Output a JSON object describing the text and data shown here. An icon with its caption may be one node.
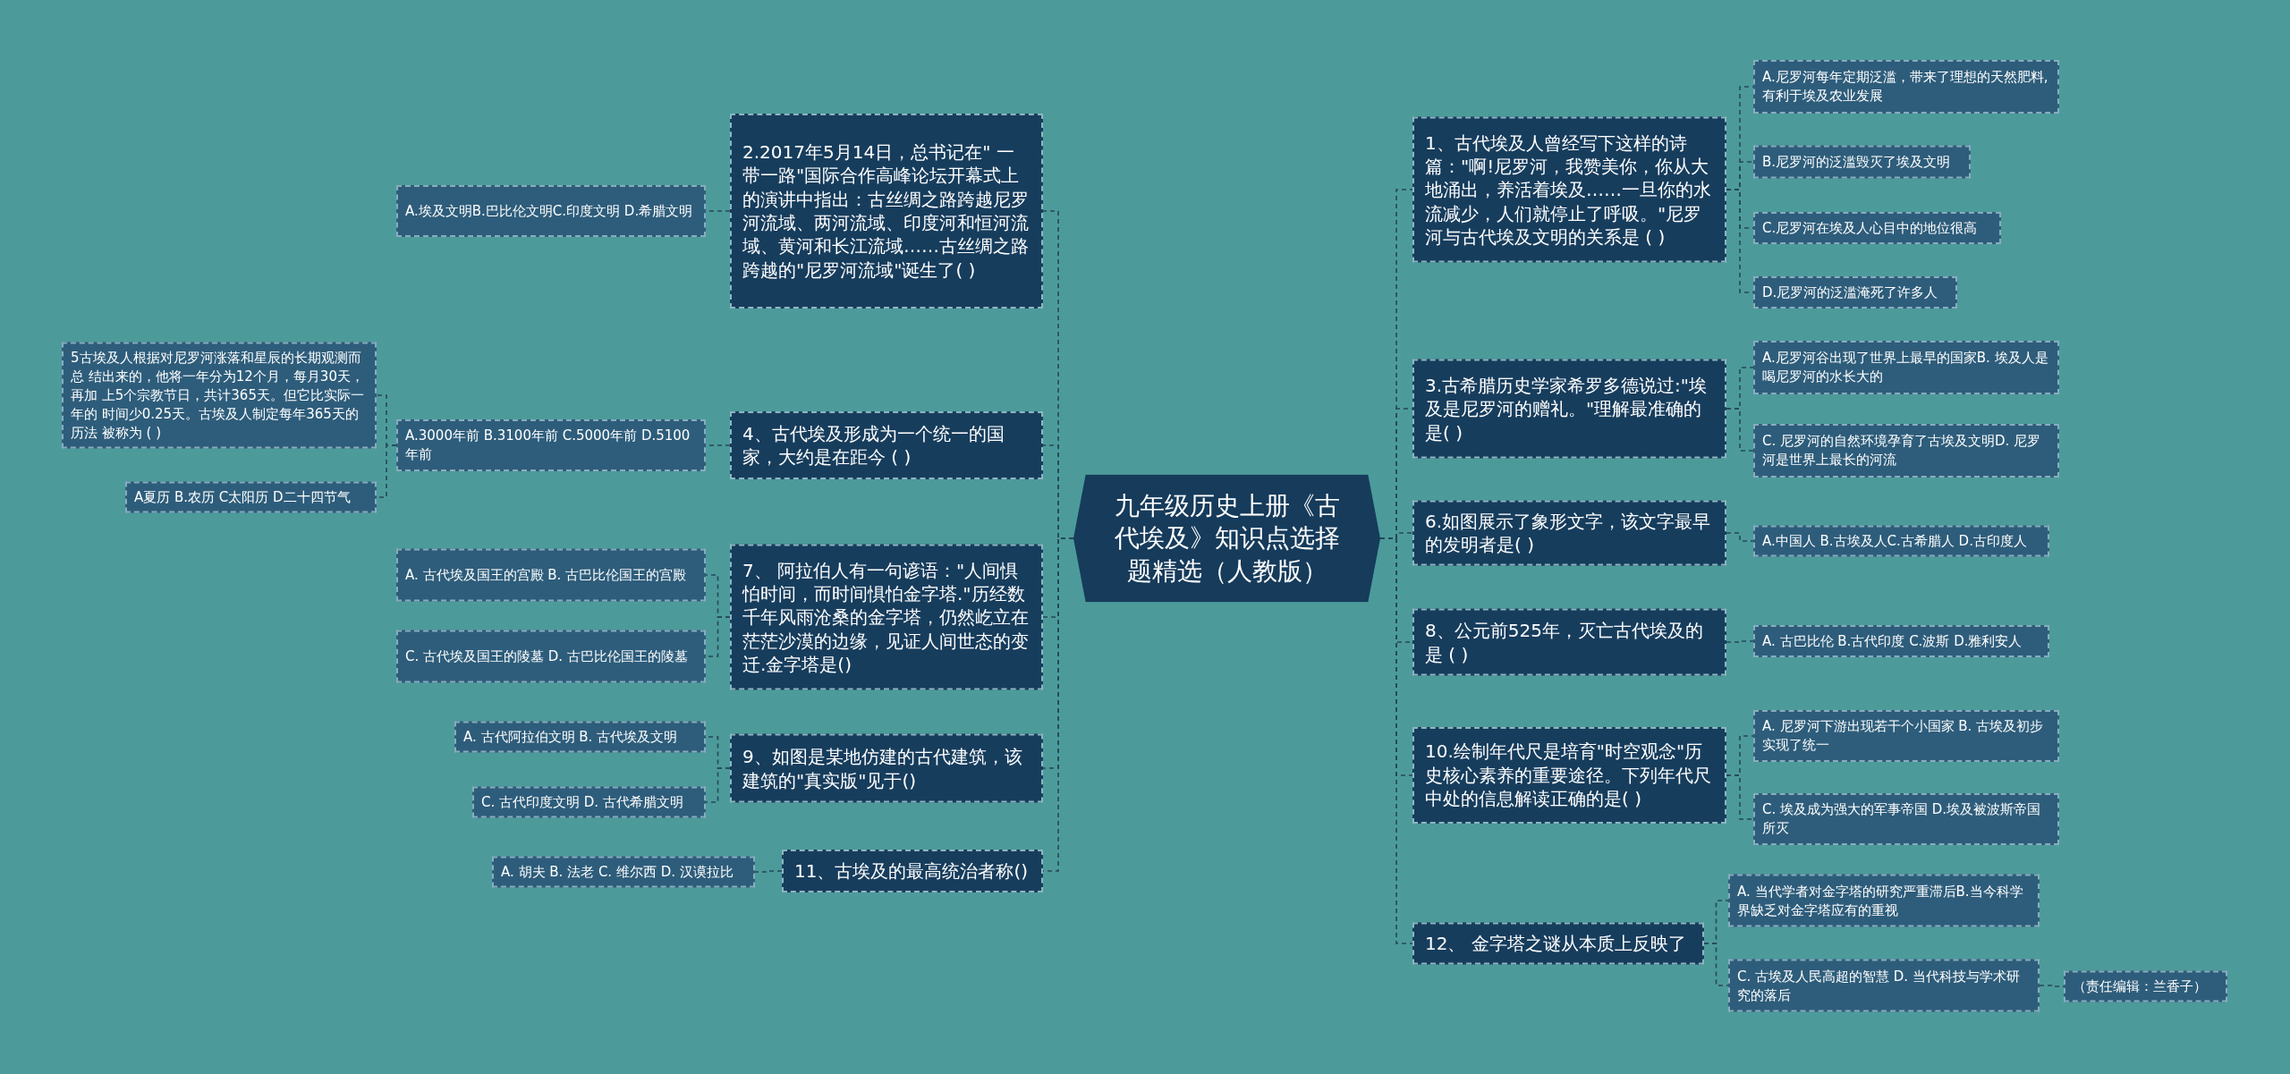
{
  "diagram": {
    "nodes": [
      {
        "text": [
          "九年级历史上册《古代埃及》知识点选择题精选（人教版）"
        ]
      },
      {
        "text": [
          "2.2017年5月14日，总书记在\" 一带一路\"国际合作高峰论坛开幕式上的演讲中指出：古丝绸之路跨越尼罗河流域、两河流域、印度河和恒河流域、黄河和长江流域……古丝绸之路跨越的\"尼罗河流域\"诞生了( )"
        ]
      },
      {
        "text": [
          "A.埃及文明B.巴比伦文明C.印度文明 D.希腊文明"
        ]
      },
      {
        "text": [
          "4、古代埃及形成为一个统一的国家，大约是在距今 ( )"
        ]
      },
      {
        "text": [
          "A.3000年前 B.3100年前 C.5000年前 D.5100年前"
        ]
      },
      {
        "text": [
          "5古埃及人根据对尼罗河涨落和星辰的长期观测而总 结出来的，他将一年分为12个月，每月30天，再加 上5个宗教节日，共计365天。但它比实际一年的 时间少0.25天。古埃及人制定每年365天的历法 被称为 ( )"
        ]
      },
      {
        "text": [
          "A夏历 B.农历 C太阳历 D二十四节气"
        ]
      },
      {
        "text": [
          "7、 阿拉伯人有一句谚语：\"人间惧怕时间，而时间惧怕金字塔.\"历经数千年风雨沧桑的金字塔，仍然屹立在茫茫沙漠的边缘，见证人间世态的变迁.金字塔是()"
        ]
      },
      {
        "text": [
          "A. 古代埃及国王的宫殿 B. 古巴比伦国王的宫殿"
        ]
      },
      {
        "text": [
          "C. 古代埃及国王的陵墓 D. 古巴比伦国王的陵墓"
        ]
      },
      {
        "text": [
          "9、如图是某地仿建的古代建筑，该建筑的\"真实版\"见于()"
        ]
      },
      {
        "text": [
          "A. 古代阿拉伯文明 B. 古代埃及文明"
        ]
      },
      {
        "text": [
          "C. 古代印度文明 D. 古代希腊文明"
        ]
      },
      {
        "text": [
          "11、古埃及的最高统治者称()"
        ]
      },
      {
        "text": [
          "A. 胡夫 B. 法老 C. 维尔西 D. 汉谟拉比"
        ]
      },
      {
        "text": [
          "1、古代埃及人曾经写下这样的诗篇：\"啊!尼罗河，我赞美你，你从大地涌出，养活着埃及……一旦你的水流减少，人们就停止了呼吸。\"尼罗河与古代埃及文明的关系是 ( )"
        ]
      },
      {
        "text": [
          "A.尼罗河每年定期泛滥，带来了理想的天然肥料,有利于埃及农业发展"
        ]
      },
      {
        "text": [
          "B.尼罗河的泛滥毁灭了埃及文明"
        ]
      },
      {
        "text": [
          "C.尼罗河在埃及人心目中的地位很高"
        ]
      },
      {
        "text": [
          "D.尼罗河的泛滥淹死了许多人"
        ]
      },
      {
        "text": [
          "3.古希腊历史学家希罗多德说过:\"埃及是尼罗河的赠礼。\"理解最准确的是( )"
        ]
      },
      {
        "text": [
          "A.尼罗河谷出现了世界上最早的国家B. 埃及人是喝尼罗河的水长大的"
        ]
      },
      {
        "text": [
          "C. 尼罗河的自然环境孕育了古埃及文明D. 尼罗河是世界上最长的河流"
        ]
      },
      {
        "text": [
          "6.如图展示了象形文字，该文字最早的发明者是( )"
        ]
      },
      {
        "text": [
          "A.中国人 B.古埃及人C.古希腊人 D.古印度人"
        ]
      },
      {
        "text": [
          "8、公元前525年，灭亡古代埃及的是 ( )"
        ]
      },
      {
        "text": [
          "A. 古巴比伦 B.古代印度 C.波斯 D.雅利安人"
        ]
      },
      {
        "text": [
          "10.绘制年代尺是培育\"时空观念\"历史核心素养的重要途径。下列年代尺中处的信息解读正确的是( )"
        ]
      },
      {
        "text": [
          "A. 尼罗河下游出现若干个小国家 B. 古埃及初步实现了统一"
        ]
      },
      {
        "text": [
          "C. 埃及成为强大的军事帝国 D.埃及被波斯帝国所灭"
        ]
      },
      {
        "text": [
          "12、 金字塔之谜从本质上反映了"
        ]
      },
      {
        "text": [
          "A. 当代学者对金字塔的研究严重滞后B.当今科学界缺乏对金字塔应有的重视"
        ]
      },
      {
        "text": [
          "C. 古埃及人民高超的智慧 D. 当代科技与学术研究的落后"
        ]
      },
      {
        "text": [
          "（责任编辑：兰香子）"
        ]
      }
    ],
    "edges": [
      {
        "from": 0,
        "to": 1,
        "arrow": "none"
      },
      {
        "from": 1,
        "to": 2,
        "arrow": "none"
      },
      {
        "from": 0,
        "to": 3,
        "arrow": "none"
      },
      {
        "from": 3,
        "to": 4,
        "arrow": "none"
      },
      {
        "from": 4,
        "to": 5,
        "arrow": "none"
      },
      {
        "from": 4,
        "to": 6,
        "arrow": "none"
      },
      {
        "from": 0,
        "to": 7,
        "arrow": "none"
      },
      {
        "from": 7,
        "to": 8,
        "arrow": "none"
      },
      {
        "from": 7,
        "to": 9,
        "arrow": "none"
      },
      {
        "from": 0,
        "to": 10,
        "arrow": "none"
      },
      {
        "from": 10,
        "to": 11,
        "arrow": "none"
      },
      {
        "from": 10,
        "to": 12,
        "arrow": "none"
      },
      {
        "from": 0,
        "to": 13,
        "arrow": "none"
      },
      {
        "from": 13,
        "to": 14,
        "arrow": "none"
      },
      {
        "from": 0,
        "to": 15,
        "arrow": "none"
      },
      {
        "from": 15,
        "to": 16,
        "arrow": "none"
      },
      {
        "from": 15,
        "to": 17,
        "arrow": "none"
      },
      {
        "from": 15,
        "to": 18,
        "arrow": "none"
      },
      {
        "from": 15,
        "to": 19,
        "arrow": "none"
      },
      {
        "from": 0,
        "to": 20,
        "arrow": "none"
      },
      {
        "from": 20,
        "to": 21,
        "arrow": "none"
      },
      {
        "from": 20,
        "to": 22,
        "arrow": "none"
      },
      {
        "from": 0,
        "to": 23,
        "arrow": "none"
      },
      {
        "from": 23,
        "to": 24,
        "arrow": "none"
      },
      {
        "from": 0,
        "to": 25,
        "arrow": "none"
      },
      {
        "from": 25,
        "to": 26,
        "arrow": "none"
      },
      {
        "from": 0,
        "to": 27,
        "arrow": "none"
      },
      {
        "from": 27,
        "to": 28,
        "arrow": "none"
      },
      {
        "from": 27,
        "to": 29,
        "arrow": "none"
      },
      {
        "from": 0,
        "to": 30,
        "arrow": "none"
      },
      {
        "from": 30,
        "to": 31,
        "arrow": "none"
      },
      {
        "from": 30,
        "to": 32,
        "arrow": "none"
      },
      {
        "from": 32,
        "to": 33,
        "arrow": "none"
      }
    ]
  }
}
